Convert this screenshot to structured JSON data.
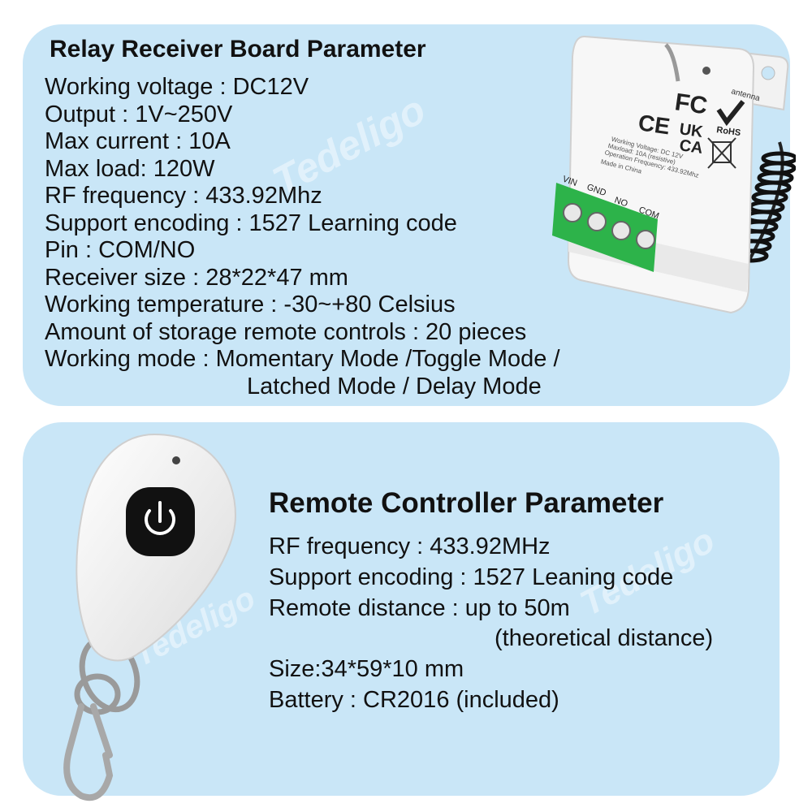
{
  "relay": {
    "title": "Relay Receiver Board Parameter",
    "specs": [
      "Working voltage : DC12V",
      "Output : 1V~250V",
      "Max current : 10A",
      "Max load: 120W",
      "RF frequency : 433.92Mhz",
      "Support encoding : 1527 Learning code",
      "Pin : COM/NO",
      "Receiver size : 28*22*47 mm",
      "Working temperature : -30~+80 Celsius",
      "Amount of storage remote controls : 20 pieces",
      "Working mode : Momentary Mode /Toggle Mode /",
      "Latched Mode / Delay Mode"
    ],
    "device_label_lines": [
      "Working Voltage: DC 12V",
      "Maxload: 10A (resistive)",
      "Operation Frequency: 433.92Mhz",
      "Made in China"
    ],
    "antenna_label": "antenna",
    "terminal_labels": [
      "VIN",
      "GND",
      "NO",
      "COM"
    ],
    "cert_marks": [
      "FC",
      "CE",
      "UK",
      "CA",
      "RoHS"
    ]
  },
  "remote": {
    "title": "Remote Controller Parameter",
    "specs": [
      "RF frequency  :  433.92MHz",
      "Support encoding : 1527 Leaning code",
      "Remote distance : up to 50m",
      "(theoretical distance)",
      "Size:34*59*10 mm",
      "Battery :  CR2016 (included)"
    ],
    "button_icon": "power-icon"
  },
  "watermark": "Tedeligo",
  "colors": {
    "panel": "#c9e6f7",
    "terminal_green": "#2db34a",
    "button_black": "#111111"
  }
}
